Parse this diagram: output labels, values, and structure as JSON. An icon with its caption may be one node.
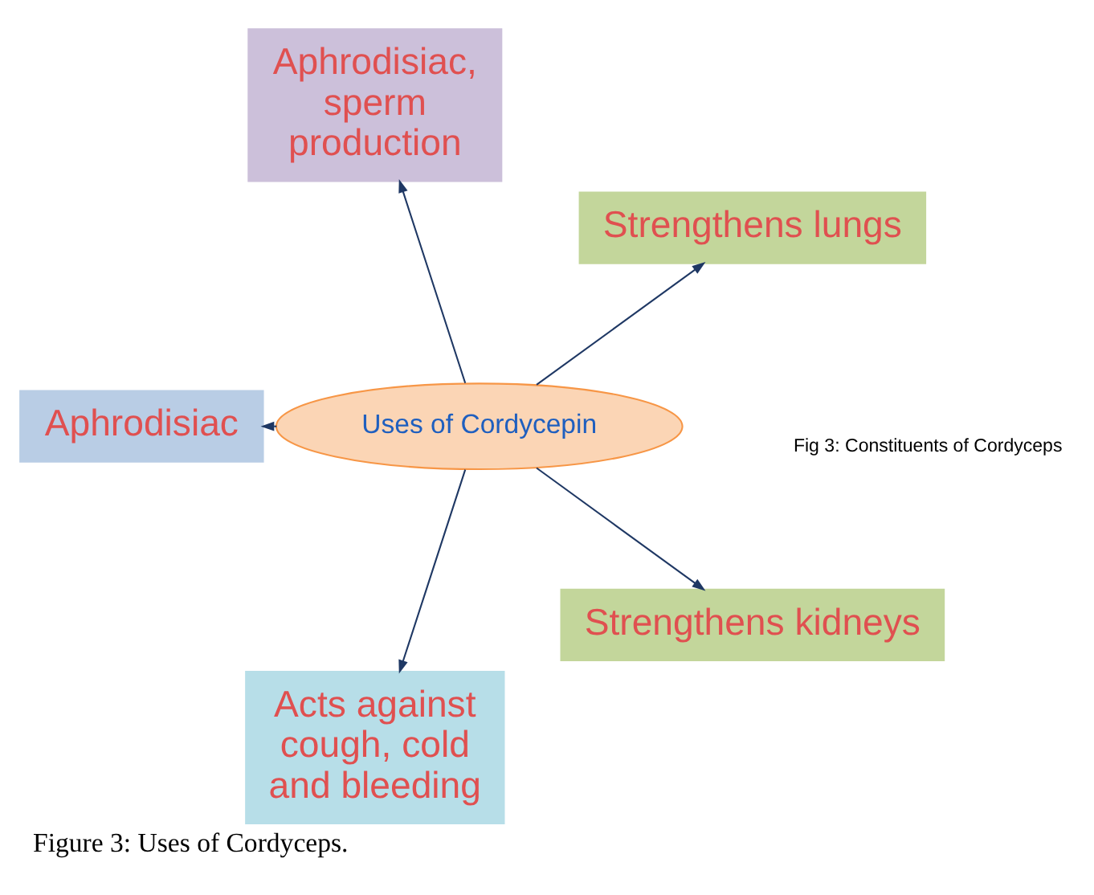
{
  "diagram": {
    "caption": "Figure 3: Uses of Cordyceps.",
    "nodes": [
      {
        "text": [
          "Uses of Cordycepin"
        ]
      },
      {
        "text": [
          "Strengthens lungs"
        ]
      },
      {
        "text": [
          "Aphrodisiac, sperm production"
        ]
      },
      {
        "text": [
          "Aphrodisiac"
        ]
      },
      {
        "text": [
          "Acts against cough, cold and bleeding"
        ]
      },
      {
        "text": [
          "Strengthens kidneys"
        ]
      }
    ],
    "edges": [
      {
        "from": 0,
        "to": 1,
        "arrow": "to"
      },
      {
        "from": 0,
        "to": 2,
        "arrow": "to"
      },
      {
        "from": 0,
        "to": 3,
        "arrow": "to"
      },
      {
        "from": 0,
        "to": 4,
        "arrow": "to"
      },
      {
        "from": 0,
        "to": 5,
        "arrow": "to"
      }
    ],
    "labels": [
      "Fig 3: Constituents of Cordyceps"
    ]
  }
}
